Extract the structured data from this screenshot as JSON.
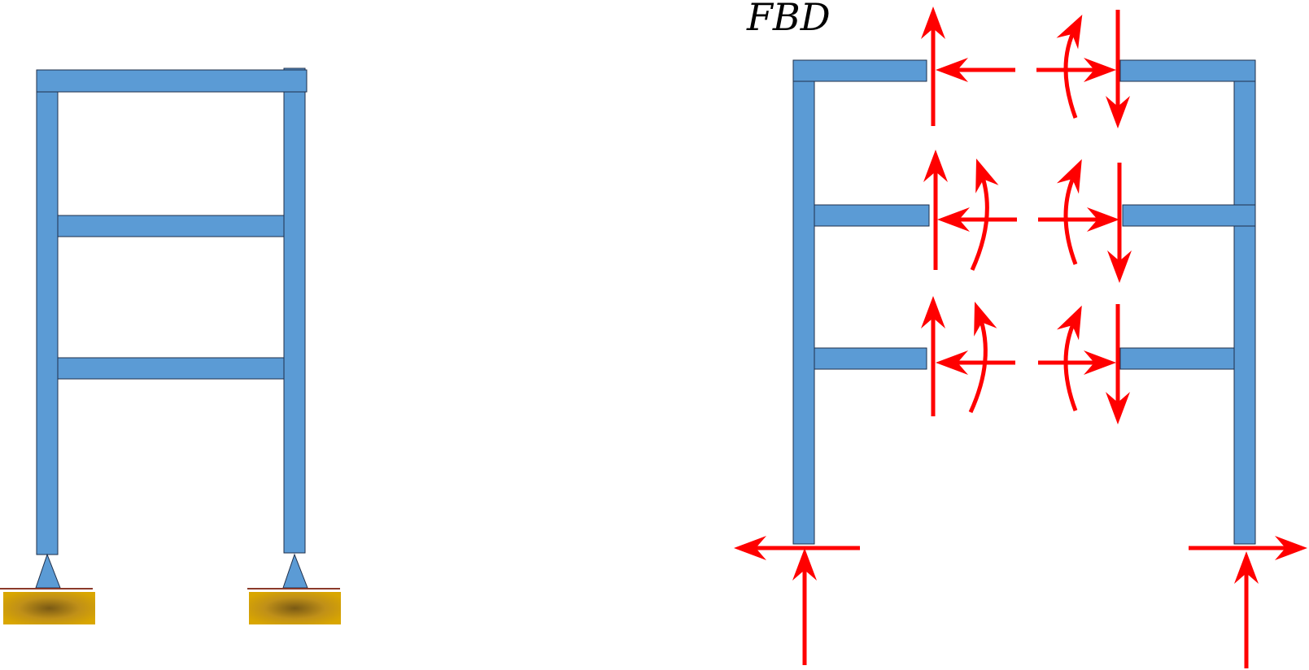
{
  "diagram": {
    "fbd_label": "FBD"
  },
  "colors": {
    "member": "#5b9bd5",
    "member_outline": "#1f2f4a",
    "force": "#ff0000",
    "ground": "#d4a017",
    "ground_line": "#8b3a2a"
  },
  "icons": {
    "support": "pin-support-triangle",
    "foundation": "ground-block",
    "force": "arrow",
    "moment": "curved-arrow"
  }
}
